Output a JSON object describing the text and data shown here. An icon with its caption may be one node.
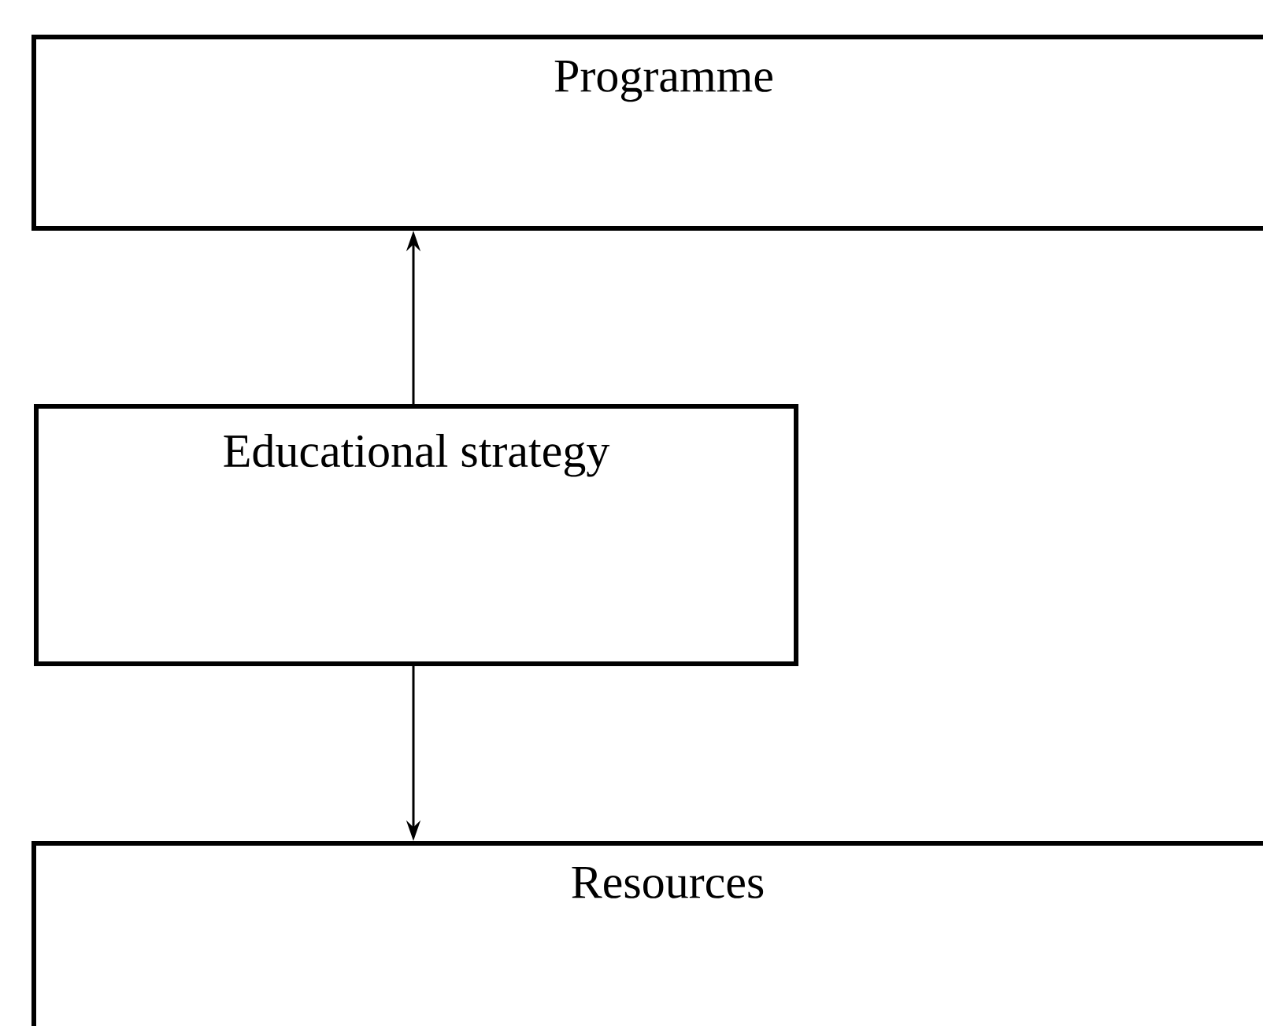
{
  "diagram": {
    "nodes": [
      {
        "text": [
          "Programme"
        ]
      },
      {
        "text": [
          "Educational strategy"
        ]
      },
      {
        "text": [
          "Resources"
        ]
      }
    ],
    "edges": [
      {
        "from": 1,
        "to": 0,
        "arrow": "to"
      },
      {
        "from": 1,
        "to": 2,
        "arrow": "to"
      }
    ]
  }
}
